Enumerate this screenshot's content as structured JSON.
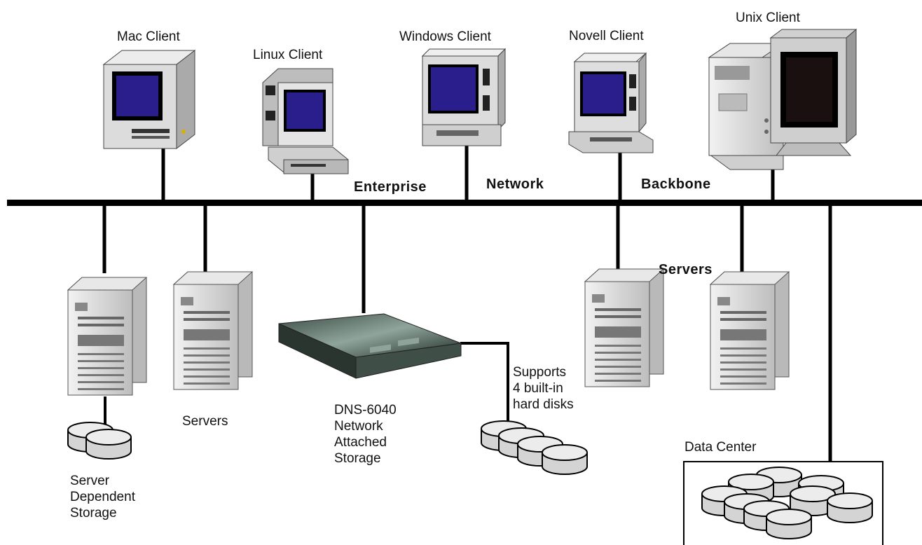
{
  "clients": {
    "mac": "Mac Client",
    "linux": "Linux Client",
    "windows": "Windows Client",
    "novell": "Novell Client",
    "unix": "Unix Client"
  },
  "backbone": {
    "word1": "Enterprise",
    "word2": "Network",
    "word3": "Backbone"
  },
  "storage": {
    "server_dependent": "Server\nDependent\nStorage",
    "nas": "DNS-6040\nNetwork\nAttached\nStorage",
    "disks_note": "Supports\n4 built-in\nhard disks",
    "data_center": "Data Center"
  },
  "servers": {
    "left_label": "Servers",
    "right_label": "Servers"
  },
  "colors": {
    "screen": "#2a1e8c",
    "casing": "#dedede",
    "line": "#000000"
  }
}
